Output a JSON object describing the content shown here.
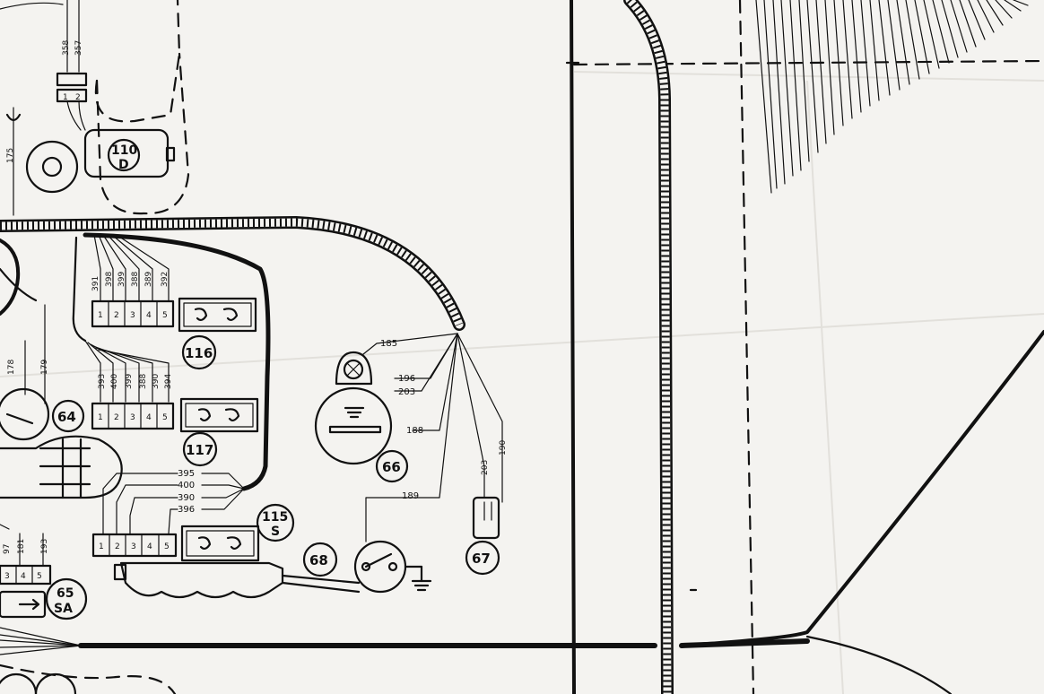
{
  "components": {
    "c110": {
      "line1": "110",
      "line2": "D"
    },
    "c116": "116",
    "c117": "117",
    "c115": {
      "line1": "115",
      "line2": "S"
    },
    "c64": "64",
    "c65": {
      "line1": "65",
      "line2": "SA"
    },
    "c66": "66",
    "c67": "67",
    "c68": "68"
  },
  "wires": {
    "top_connector": [
      "358",
      "357"
    ],
    "top_left": "175",
    "left_pair": [
      "178",
      "179"
    ],
    "conn116": [
      "391",
      "398",
      "399",
      "388",
      "389",
      "392"
    ],
    "conn117": [
      "393",
      "400",
      "399",
      "388",
      "390",
      "394"
    ],
    "conn115": [
      "395",
      "400",
      "390",
      "396"
    ],
    "bottom_left": [
      "97",
      "181",
      "193"
    ],
    "bulb": [
      "185",
      "196",
      "203"
    ],
    "w188": "188",
    "w189": "189",
    "c67_wires": [
      "203",
      "190"
    ]
  },
  "pins": {
    "five": [
      "1",
      "2",
      "3",
      "4",
      "5"
    ],
    "three": [
      "3",
      "4",
      "5"
    ],
    "top_pair": [
      "1",
      "2"
    ]
  }
}
